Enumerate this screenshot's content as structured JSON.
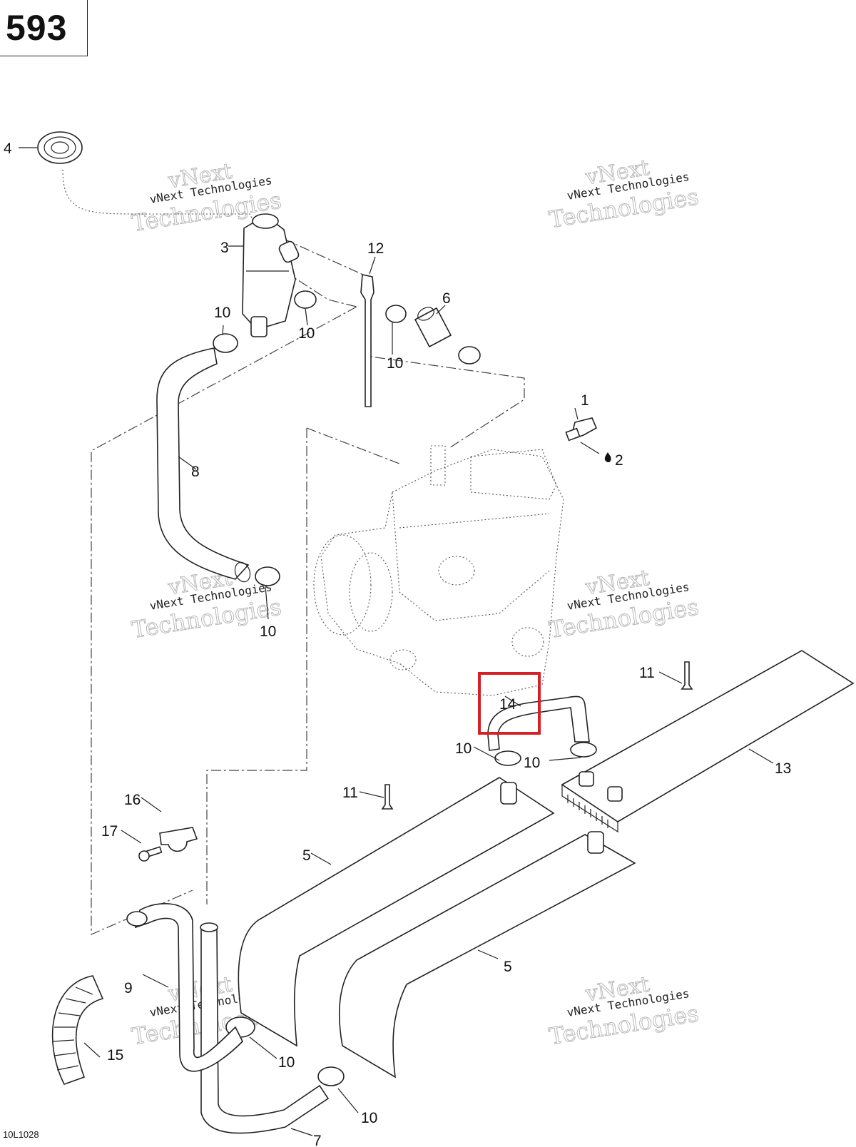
{
  "page_number": "593",
  "reference_code": "10L1028",
  "watermark": {
    "line1": "vNext Technologies",
    "line2": "vNext",
    "line3": "Technologies"
  },
  "callouts": {
    "c1": "1",
    "c2": "2",
    "c3": "3",
    "c4": "4",
    "c5a": "5",
    "c5b": "5",
    "c6": "6",
    "c7": "7",
    "c8": "8",
    "c9": "9",
    "c10a": "10",
    "c10b": "10",
    "c10c": "10",
    "c10d": "10",
    "c10e": "10",
    "c10f": "10",
    "c10g": "10",
    "c10h": "10",
    "c11a": "11",
    "c11b": "11",
    "c12": "12",
    "c13": "13",
    "c14": "14",
    "c15": "15",
    "c16": "16",
    "c17": "17"
  },
  "highlight": {
    "part": "14",
    "color": "#d62027"
  }
}
